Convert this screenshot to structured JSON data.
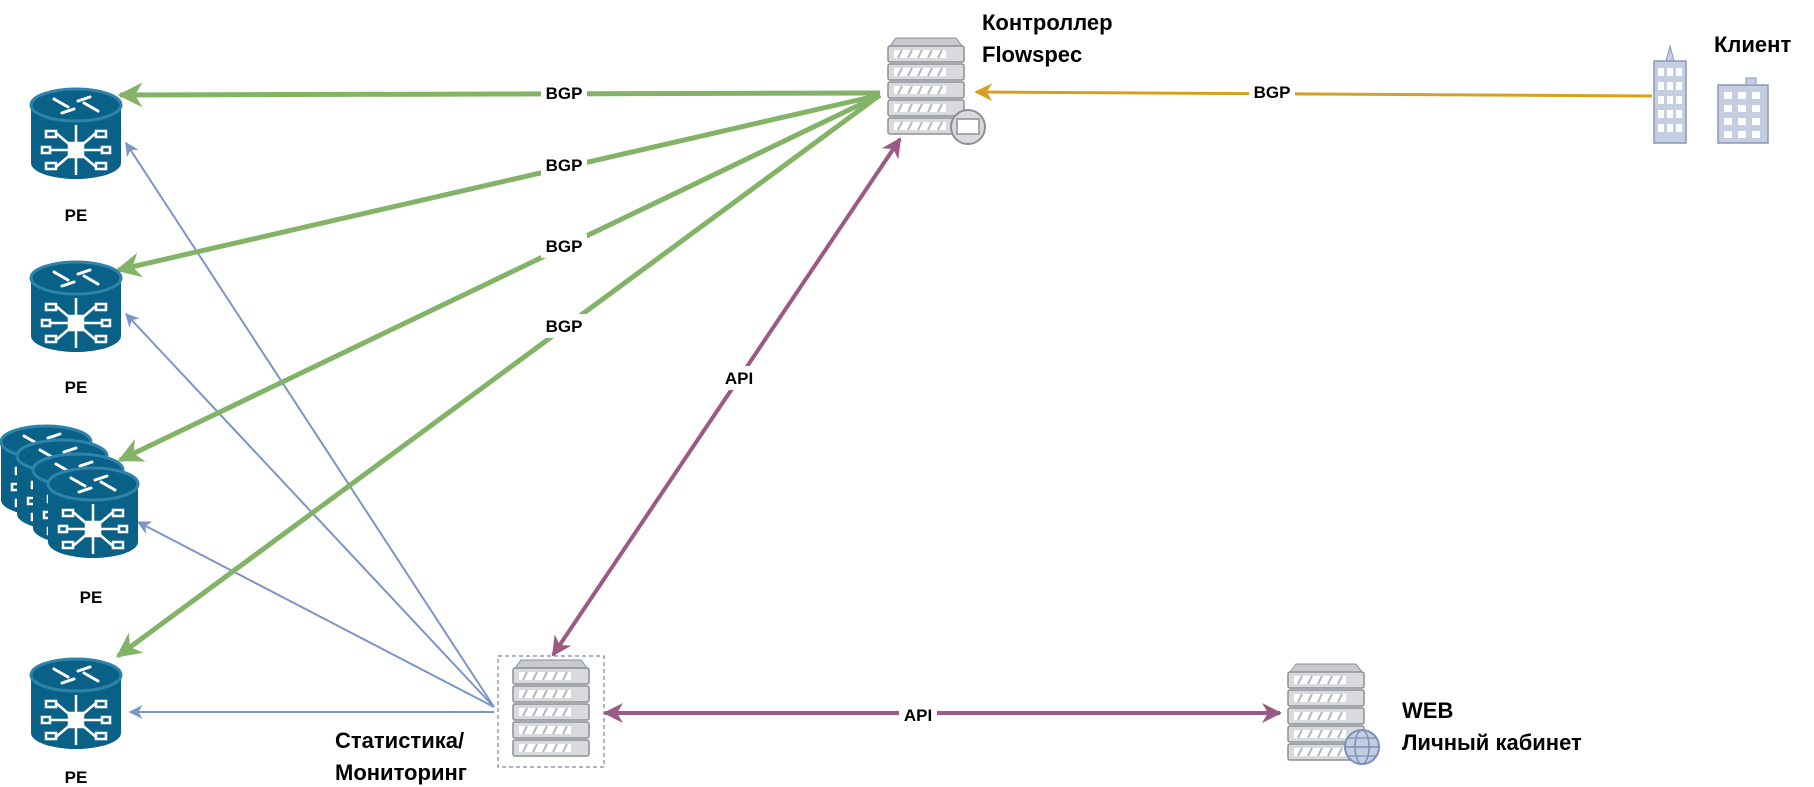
{
  "nodes": {
    "pe1": {
      "label": "PE"
    },
    "pe2": {
      "label": "PE"
    },
    "pe3": {
      "label": "PE"
    },
    "pe4": {
      "label": "PE"
    },
    "controller": {
      "label_line1": "Контроллер",
      "label_line2": "Flowspec"
    },
    "client": {
      "label": "Клиент"
    },
    "stats": {
      "label_line1": "Статистика/",
      "label_line2": "Мониторинг"
    },
    "web": {
      "label_line1": "WEB",
      "label_line2": "Личный кабинет"
    }
  },
  "edges": {
    "bgp1": "BGP",
    "bgp2": "BGP",
    "bgp3": "BGP",
    "bgp4": "BGP",
    "bgp_client": "BGP",
    "api_controller": "API",
    "api_web": "API"
  },
  "colors": {
    "bgp_edge": "#82b366",
    "client_edge": "#d6a11e",
    "api_edge": "#9b5a86",
    "monitor_edge": "#7b95c6",
    "router_fill": "#0a6188",
    "router_rim": "#2d84ab",
    "server_fill": "#d9dadd",
    "building_fill": "#c5cee0"
  }
}
